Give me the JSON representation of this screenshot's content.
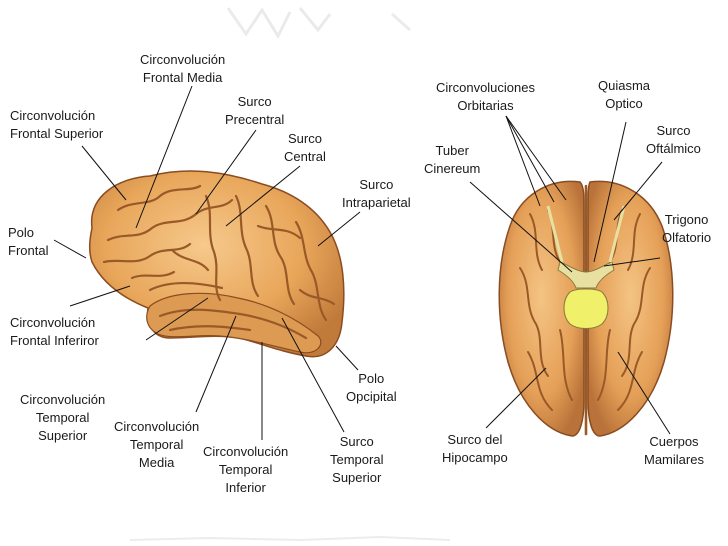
{
  "lateral_view": {
    "labels": {
      "circ_frontal_media": [
        "Circonvolución",
        "Frontal Media"
      ],
      "circ_frontal_superior": [
        "Circonvolución",
        "Frontal Superior"
      ],
      "surco_precentral": [
        "Surco",
        "Precentral"
      ],
      "surco_central": [
        "Surco",
        "Central"
      ],
      "surco_intraparietal": [
        "Surco",
        "Intraparietal"
      ],
      "polo_frontal": [
        "Polo",
        "Frontal"
      ],
      "circ_frontal_inferior": [
        "Circonvolución",
        "Frontal Inferiror"
      ],
      "polo_occipital": [
        "Polo",
        "Opcipital"
      ],
      "circ_temporal_superior": [
        "Circonvolución",
        "Temporal",
        "Superior"
      ],
      "circ_temporal_media": [
        "Circonvolución",
        "Temporal",
        "Media"
      ],
      "circ_temporal_inferior": [
        "Circonvolución",
        "Temporal",
        "Inferior"
      ],
      "surco_temporal_superior": [
        "Surco",
        "Temporal",
        "Superior"
      ]
    }
  },
  "basal_view": {
    "labels": {
      "circ_orbitarias": [
        "Circonvoluciones",
        "Orbitarias"
      ],
      "quiasma_optico": [
        "Quiasma",
        "Optico"
      ],
      "tuber_cinereum": [
        "Tuber",
        "Cinereum"
      ],
      "surco_oftalmico": [
        "Surco",
        "Oftálmico"
      ],
      "trigono_olfatorio": [
        "Trigono",
        "Olfatorio"
      ],
      "surco_hipocampo": [
        "Surco del",
        "Hipocampo"
      ],
      "cuerpos_mamilares": [
        "Cuerpos",
        "Mamilares"
      ]
    }
  },
  "colors": {
    "brain_fill": "#e8a65a",
    "brain_dark": "#b8743a",
    "brain_light": "#f5c98a",
    "sulcus": "#9a5a28",
    "leader_line": "#111111",
    "chiasm": "#e8e0a0",
    "mamillary": "#f0f06a"
  }
}
